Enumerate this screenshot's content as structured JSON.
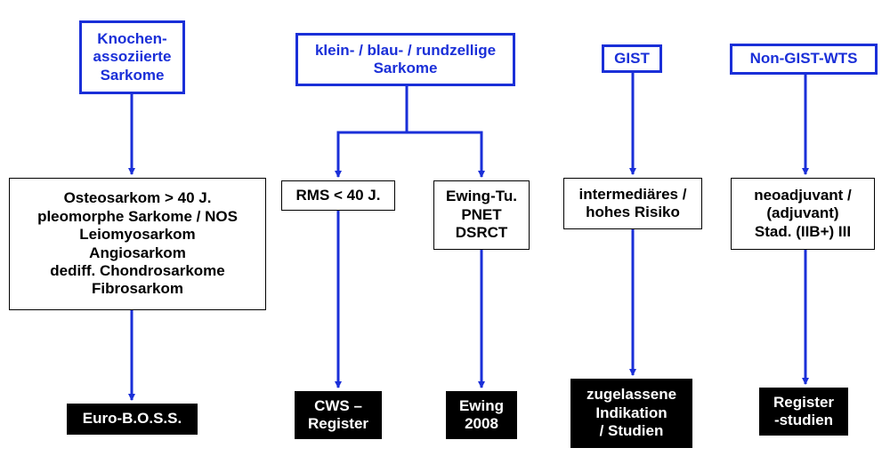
{
  "colors": {
    "accent": "#1a2fd8",
    "text": "#000000",
    "bottom_bg": "#000000",
    "bottom_text": "#ffffff"
  },
  "columns": [
    {
      "top": "Knochen-\nassoziierte\nSarkome",
      "branches": [
        {
          "middle": "Osteosarkom > 40 J.\npleomorphe Sarkome / NOS\nLeiomyosarkom\nAngiosarkom\ndediff. Chondrosarkome\nFibrosarkom",
          "bottom": "Euro-B.O.S.S."
        }
      ]
    },
    {
      "top": "klein- / blau- / rundzellige\nSarkome",
      "branches": [
        {
          "middle": "RMS < 40 J.",
          "bottom": "CWS –\nRegister"
        },
        {
          "middle": "Ewing-Tu.\nPNET\nDSRCT",
          "bottom": "Ewing\n2008"
        }
      ]
    },
    {
      "top": "GIST",
      "branches": [
        {
          "middle": "intermediäres /\nhohes Risiko",
          "bottom": "zugelassene\nIndikation\n/ Studien"
        }
      ]
    },
    {
      "top": "Non-GIST-WTS",
      "branches": [
        {
          "middle": "neoadjuvant /\n(adjuvant)\nStad. (IIB+) III",
          "bottom": "Register\n-studien"
        }
      ]
    }
  ]
}
